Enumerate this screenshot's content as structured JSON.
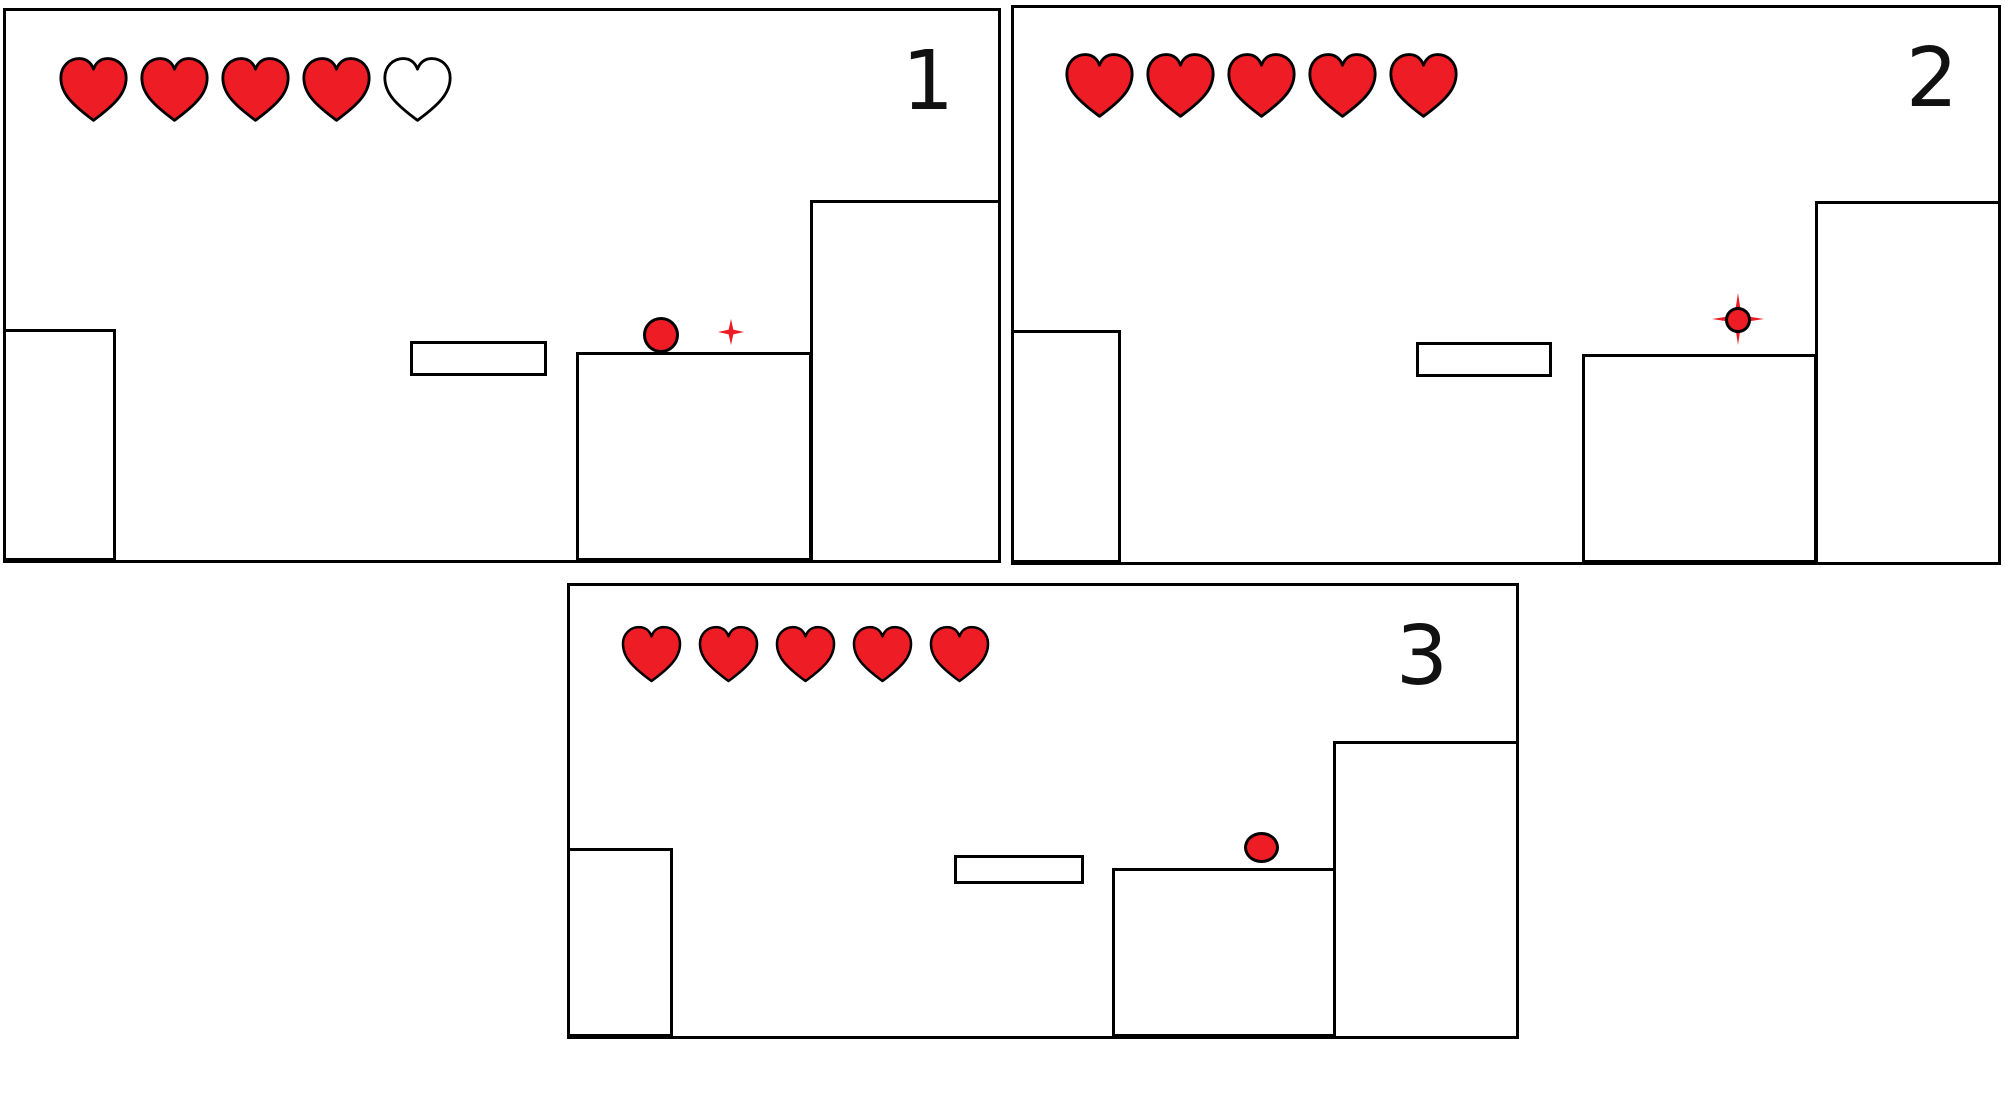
{
  "colors": {
    "heart_fill": "#ee1c25",
    "heart_empty": "#ffffff",
    "ball": "#ee1c25",
    "outline": "#000000",
    "background": "#ffffff"
  },
  "icons": {
    "heart": "heart-icon",
    "spark": "sparkle-icon"
  },
  "frames": [
    {
      "number": "1",
      "hearts": {
        "total": 5,
        "filled": 4
      },
      "ball_state": "resting",
      "spark_visible": true
    },
    {
      "number": "2",
      "hearts": {
        "total": 5,
        "filled": 5
      },
      "ball_state": "collecting",
      "spark_visible": true
    },
    {
      "number": "3",
      "hearts": {
        "total": 5,
        "filled": 5
      },
      "ball_state": "resting",
      "spark_visible": false
    }
  ]
}
